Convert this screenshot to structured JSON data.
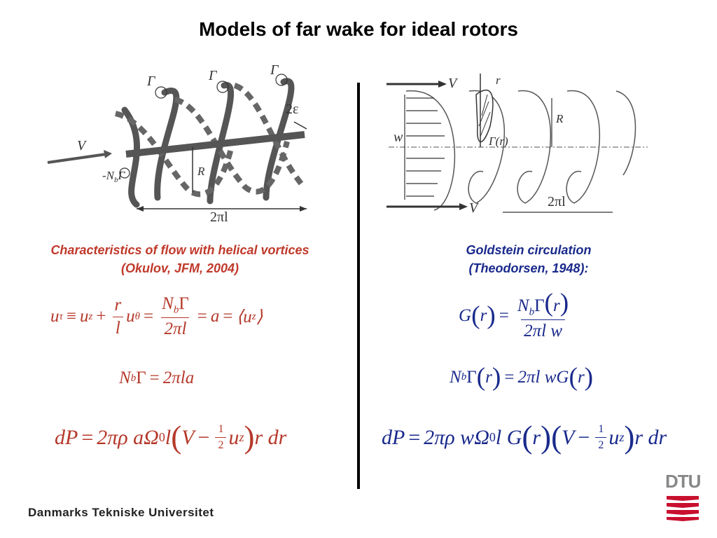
{
  "slide": {
    "title": "Models of far wake for ideal rotors"
  },
  "left_figure": {
    "labels": {
      "gamma": "Γ",
      "two_epsilon": "2ε",
      "v": "V",
      "nb_gamma_prefix": "-N",
      "nb_gamma_sub": "b",
      "nb_gamma_suffix": "Γ",
      "r": "R",
      "two_pi_l": "2πl"
    }
  },
  "right_figure": {
    "labels": {
      "v": "V",
      "r_small": "r",
      "w": "w",
      "gamma_r": "Γ(r)",
      "r": "R",
      "two_pi_l": "2πl"
    }
  },
  "left_caption": {
    "line1": "Characteristics of flow with helical vortices",
    "line2": "(Okulov, JFM, 2004)"
  },
  "right_caption": {
    "line1": "Goldstein circulation",
    "line2": "(Theodorsen, 1948):"
  },
  "equations": {
    "left_1": {
      "u_tau": "u",
      "tau": "τ",
      "equiv": "≡",
      "u_z": "u",
      "z": "z",
      "plus": "+",
      "r": "r",
      "l": "l",
      "u_theta": "u",
      "theta": "θ",
      "eq1": "=",
      "nb_num": "N",
      "b": "b",
      "gamma": "Γ",
      "two_pi_l": "2πl",
      "eq2": "=",
      "a": "a",
      "eq3": "=",
      "angle": "⟨u",
      "z2": "z",
      "angle_close": "⟩"
    },
    "left_2": {
      "lhs": "N",
      "b": "b",
      "gamma": "Γ",
      "eq": "=",
      "rhs": "2πla"
    },
    "left_3": {
      "lhs": "dP",
      "eq": "=",
      "mid": "2πρ aΩ",
      "zero": "0",
      "l": "l",
      "open": "(",
      "v": "V",
      "minus": "−",
      "one": "1",
      "two": "2",
      "u": "u",
      "z": "z",
      "close": ")",
      "tail": "r dr"
    },
    "right_1": {
      "g": "G",
      "open": "(",
      "r": "r",
      "close": ")",
      "eq": "=",
      "num_n": "N",
      "b": "b",
      "num_rest": "Γ",
      "num_open": "(",
      "num_r": "r",
      "num_close": ")",
      "den": "2πl w"
    },
    "right_2": {
      "n": "N",
      "b": "b",
      "gamma": "Γ",
      "open": "(",
      "r": "r",
      "close": ")",
      "eq": "=",
      "rhs": "2πl wG",
      "open2": "(",
      "r2": "r",
      "close2": ")"
    },
    "right_3": {
      "lhs": "dP",
      "eq": "=",
      "mid": "2πρ wΩ",
      "zero": "0",
      "l": "l G",
      "open": "(",
      "r": "r",
      "close": ")",
      "open2": "(",
      "v": "V",
      "minus": "−",
      "one": "1",
      "two": "2",
      "u": "u",
      "z": "z",
      "close2": ")",
      "tail": "r dr"
    }
  },
  "footer": {
    "university": "Danmarks Tekniske Universitet",
    "logo_text": "DTU",
    "logo_color": "#c8102e"
  },
  "colors": {
    "left_equations": "#b5382a",
    "right_equations": "#1a2a8c",
    "left_caption": "#c0392b",
    "right_caption": "#1a2a8c"
  }
}
